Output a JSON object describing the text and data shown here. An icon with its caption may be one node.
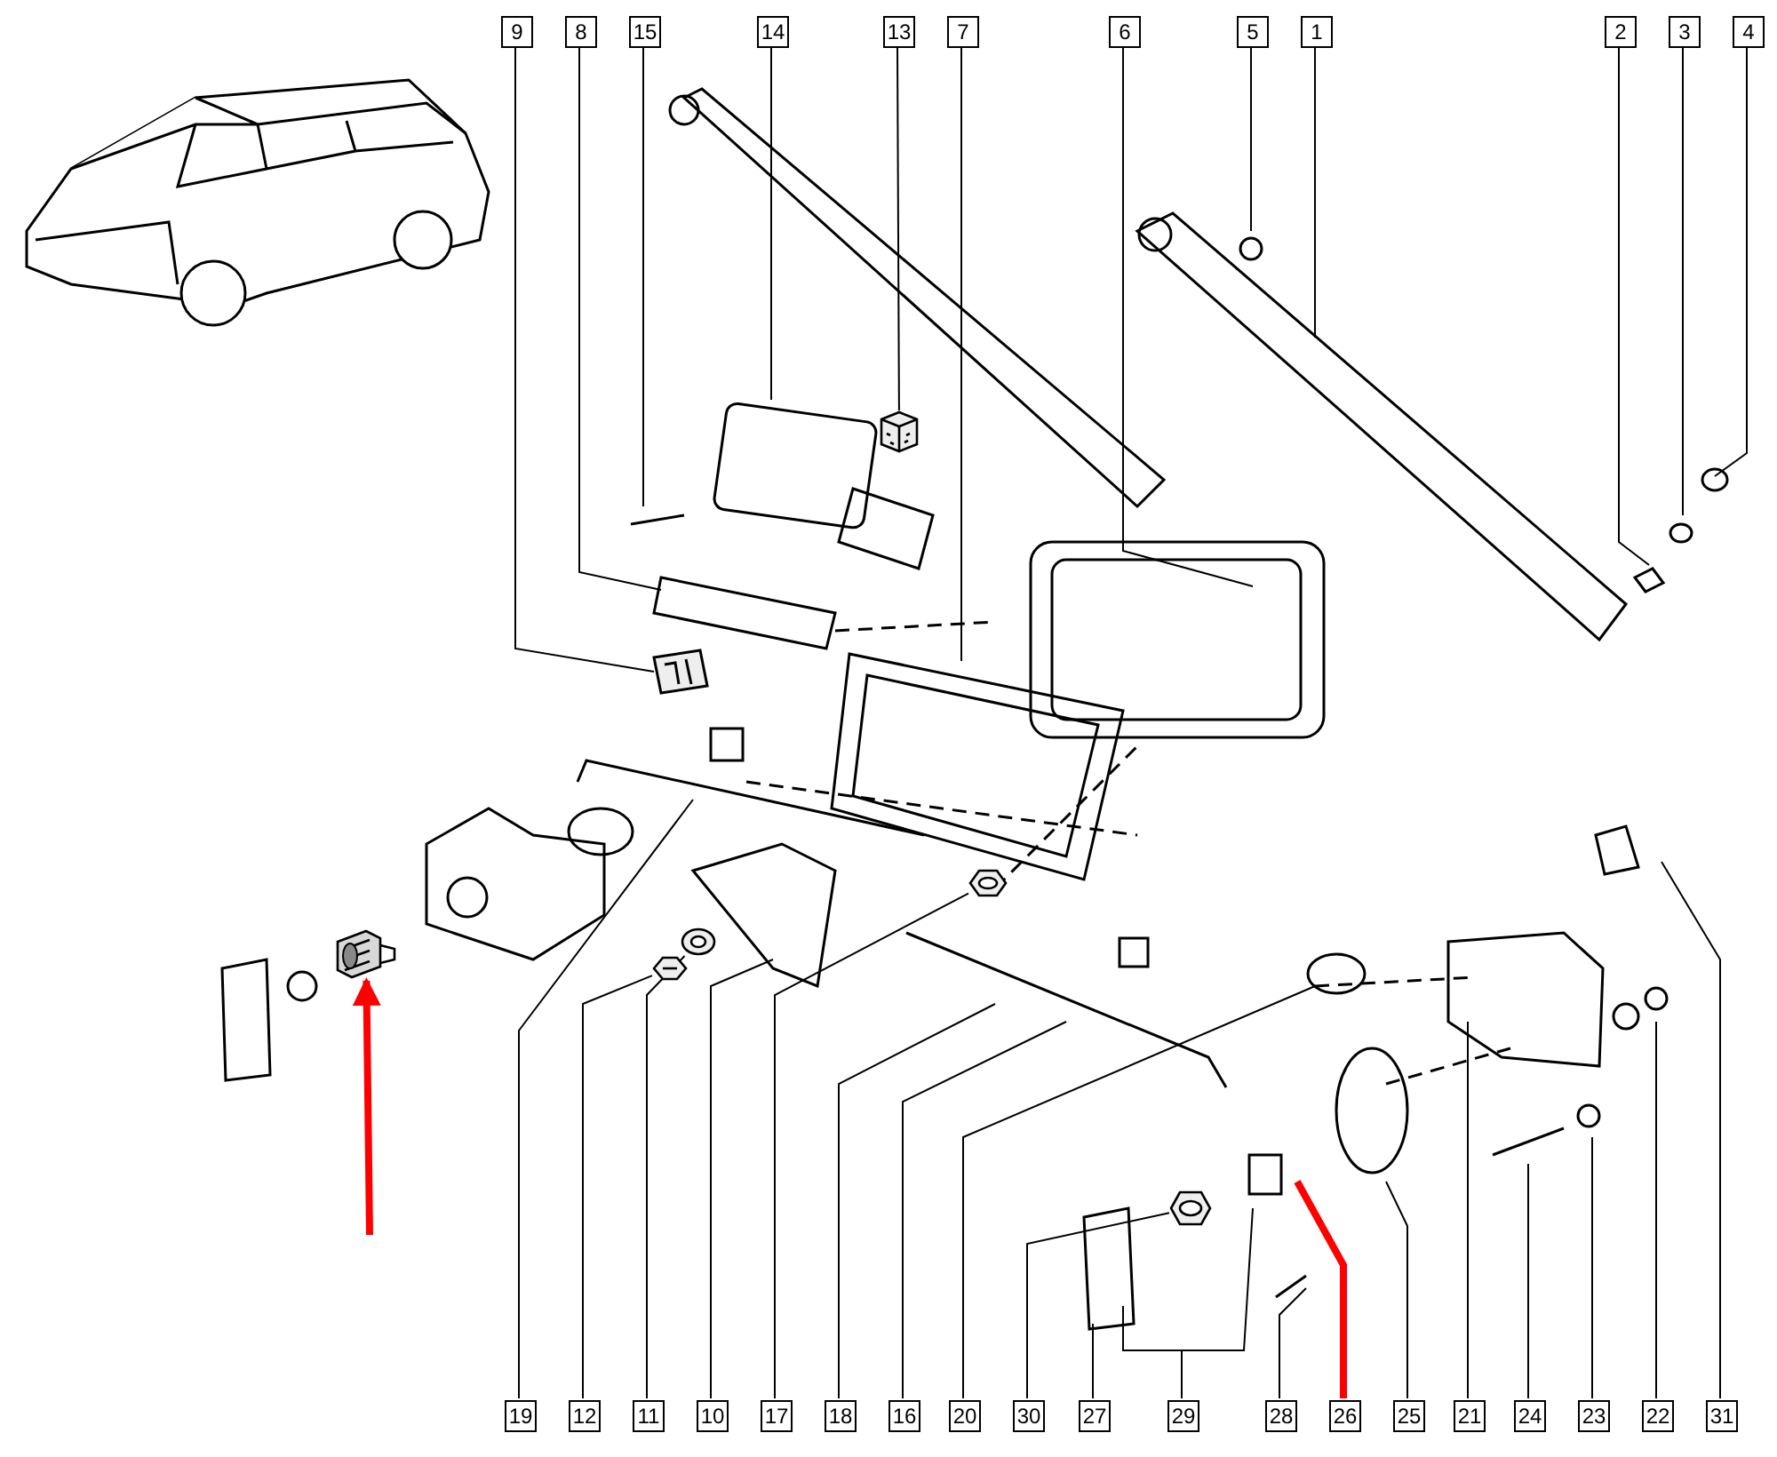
{
  "diagram": {
    "nodes": [
      {
        "text": [
          "9"
        ]
      },
      {
        "text": [
          "8"
        ]
      },
      {
        "text": [
          "15"
        ]
      },
      {
        "text": [
          "14"
        ]
      },
      {
        "text": [
          "13"
        ]
      },
      {
        "text": [
          "7"
        ]
      },
      {
        "text": [
          "6"
        ]
      },
      {
        "text": [
          "5"
        ]
      },
      {
        "text": [
          "1"
        ]
      },
      {
        "text": [
          "2"
        ]
      },
      {
        "text": [
          "3"
        ]
      },
      {
        "text": [
          "4"
        ]
      },
      {
        "text": [
          "19"
        ]
      },
      {
        "text": [
          "12"
        ]
      },
      {
        "text": [
          "11"
        ]
      },
      {
        "text": [
          "10"
        ]
      },
      {
        "text": [
          "17"
        ]
      },
      {
        "text": [
          "18"
        ]
      },
      {
        "text": [
          "16"
        ]
      },
      {
        "text": [
          "20"
        ]
      },
      {
        "text": [
          "30"
        ]
      },
      {
        "text": [
          "27"
        ]
      },
      {
        "text": [
          "29"
        ]
      },
      {
        "text": [
          "28"
        ]
      },
      {
        "text": [
          "26"
        ]
      },
      {
        "text": [
          "25"
        ]
      },
      {
        "text": [
          "21"
        ]
      },
      {
        "text": [
          "24"
        ]
      },
      {
        "text": [
          "23"
        ]
      },
      {
        "text": [
          "22"
        ]
      },
      {
        "text": [
          "31"
        ]
      },
      {
        "text": [],
        "shape": "picture"
      },
      {
        "text": [],
        "shape": "picture"
      },
      {
        "text": [],
        "shape": "picture"
      },
      {
        "text": [],
        "shape": "picture"
      },
      {
        "text": [],
        "shape": "picture"
      },
      {
        "text": [],
        "shape": "picture"
      }
    ],
    "edges": [
      {
        "from": 0,
        "to": null,
        "arrow": "none"
      },
      {
        "from": 1,
        "to": null,
        "arrow": "none"
      },
      {
        "from": 2,
        "to": null,
        "arrow": "none"
      },
      {
        "from": 3,
        "to": null,
        "arrow": "none"
      },
      {
        "from": 4,
        "to": 34,
        "arrow": "none"
      },
      {
        "from": 5,
        "to": null,
        "arrow": "none"
      },
      {
        "from": 6,
        "to": null,
        "arrow": "none"
      },
      {
        "from": 7,
        "to": null,
        "arrow": "none"
      },
      {
        "from": 8,
        "to": null,
        "arrow": "none"
      },
      {
        "from": 9,
        "to": null,
        "arrow": "none"
      },
      {
        "from": 10,
        "to": null,
        "arrow": "none"
      },
      {
        "from": 11,
        "to": null,
        "arrow": "none"
      },
      {
        "from": 12,
        "to": null,
        "arrow": "none"
      },
      {
        "from": 13,
        "to": 32,
        "arrow": "none"
      },
      {
        "from": 14,
        "to": 33,
        "arrow": "none"
      },
      {
        "from": 15,
        "to": null,
        "arrow": "none"
      },
      {
        "from": 16,
        "to": 35,
        "arrow": "none"
      },
      {
        "from": 17,
        "to": null,
        "arrow": "none"
      },
      {
        "from": 18,
        "to": null,
        "arrow": "none"
      },
      {
        "from": 19,
        "to": null,
        "arrow": "none"
      },
      {
        "from": 20,
        "to": 36,
        "arrow": "none"
      },
      {
        "from": 21,
        "to": null,
        "arrow": "none"
      },
      {
        "from": 22,
        "to": null,
        "arrow": "none"
      },
      {
        "from": 22,
        "to": null,
        "arrow": "none"
      },
      {
        "from": 23,
        "to": null,
        "arrow": "none"
      },
      {
        "from": 24,
        "to": null,
        "arrow": "none",
        "style": "thick",
        "color": "#ff0000"
      },
      {
        "from": 25,
        "to": null,
        "arrow": "none"
      },
      {
        "from": 26,
        "to": null,
        "arrow": "none"
      },
      {
        "from": 27,
        "to": null,
        "arrow": "none"
      },
      {
        "from": 28,
        "to": null,
        "arrow": "none"
      },
      {
        "from": 29,
        "to": null,
        "arrow": "none"
      },
      {
        "from": 30,
        "to": null,
        "arrow": "none"
      },
      {
        "from": null,
        "to": 31,
        "arrow": "to",
        "style": "thick",
        "color": "#ff0000"
      }
    ]
  }
}
